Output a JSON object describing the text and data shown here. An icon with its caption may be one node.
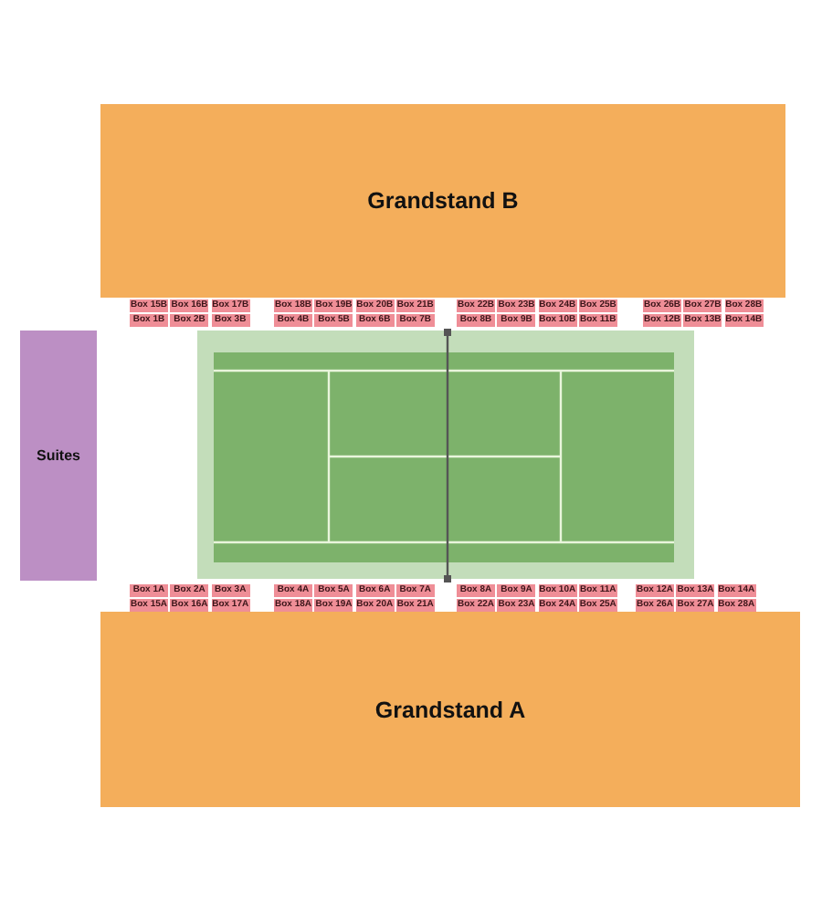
{
  "diagram": {
    "nodes": [
      {
        "text": [
          "Grandstand B"
        ]
      },
      {
        "text": [
          "Box 15B"
        ]
      },
      {
        "text": [
          "Box 16B"
        ]
      },
      {
        "text": [
          "Box 17B"
        ]
      },
      {
        "text": [
          "Box 18B"
        ]
      },
      {
        "text": [
          "Box 19B"
        ]
      },
      {
        "text": [
          "Box 20B"
        ]
      },
      {
        "text": [
          "Box 21B"
        ]
      },
      {
        "text": [
          "Box 22B"
        ]
      },
      {
        "text": [
          "Box 23B"
        ]
      },
      {
        "text": [
          "Box 24B"
        ]
      },
      {
        "text": [
          "Box 25B"
        ]
      },
      {
        "text": [
          "Box 26B"
        ]
      },
      {
        "text": [
          "Box 27B"
        ]
      },
      {
        "text": [
          "Box 28B"
        ]
      },
      {
        "text": [
          "Box 1B"
        ]
      },
      {
        "text": [
          "Box 2B"
        ]
      },
      {
        "text": [
          "Box 3B"
        ]
      },
      {
        "text": [
          "Box 4B"
        ]
      },
      {
        "text": [
          "Box 5B"
        ]
      },
      {
        "text": [
          "Box 6B"
        ]
      },
      {
        "text": [
          "Box 7B"
        ]
      },
      {
        "text": [
          "Box 8B"
        ]
      },
      {
        "text": [
          "Box 9B"
        ]
      },
      {
        "text": [
          "Box 10B"
        ]
      },
      {
        "text": [
          "Box 11B"
        ]
      },
      {
        "text": [
          "Box 12B"
        ]
      },
      {
        "text": [
          "Box 13B"
        ]
      },
      {
        "text": [
          "Box 14B"
        ]
      },
      {
        "text": [
          "Suites"
        ]
      },
      {
        "text": [
          "Box 1A"
        ]
      },
      {
        "text": [
          "Box 2A"
        ]
      },
      {
        "text": [
          "Box 3A"
        ]
      },
      {
        "text": [
          "Box 4A"
        ]
      },
      {
        "text": [
          "Box 5A"
        ]
      },
      {
        "text": [
          "Box 6A"
        ]
      },
      {
        "text": [
          "Box 7A"
        ]
      },
      {
        "text": [
          "Box 8A"
        ]
      },
      {
        "text": [
          "Box 9A"
        ]
      },
      {
        "text": [
          "Box 10A"
        ]
      },
      {
        "text": [
          "Box 11A"
        ]
      },
      {
        "text": [
          "Box 12A"
        ]
      },
      {
        "text": [
          "Box 13A"
        ]
      },
      {
        "text": [
          "Box 14A"
        ]
      },
      {
        "text": [
          "Box 15A"
        ]
      },
      {
        "text": [
          "Box 16A"
        ]
      },
      {
        "text": [
          "Box 17A"
        ]
      },
      {
        "text": [
          "Box 18A"
        ]
      },
      {
        "text": [
          "Box 19A"
        ]
      },
      {
        "text": [
          "Box 20A"
        ]
      },
      {
        "text": [
          "Box 21A"
        ]
      },
      {
        "text": [
          "Box 22A"
        ]
      },
      {
        "text": [
          "Box 23A"
        ]
      },
      {
        "text": [
          "Box 24A"
        ]
      },
      {
        "text": [
          "Box 25A"
        ]
      },
      {
        "text": [
          "Box 26A"
        ]
      },
      {
        "text": [
          "Box 27A"
        ]
      },
      {
        "text": [
          "Box 28A"
        ]
      },
      {
        "text": [
          "Grandstand A"
        ]
      }
    ]
  }
}
